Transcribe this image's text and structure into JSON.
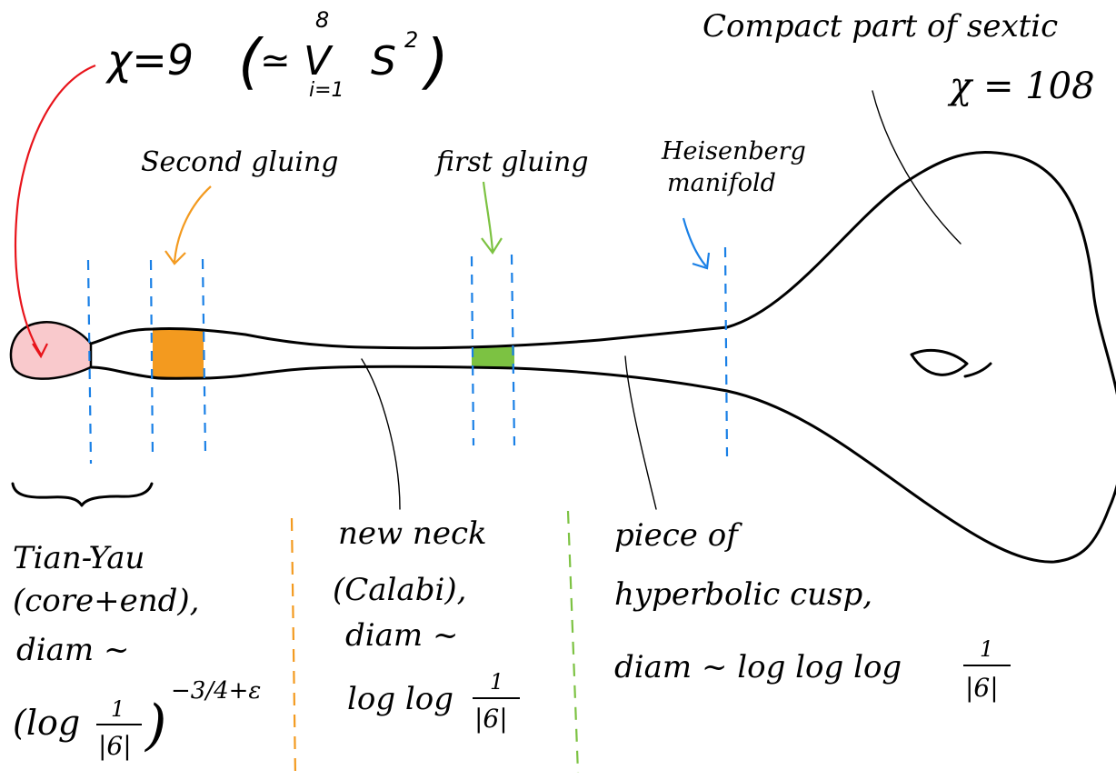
{
  "colors": {
    "red": "#e8141b",
    "orange": "#f39a1f",
    "green": "#7cc242",
    "blue": "#1a80e6",
    "pink": "#f9c9cc",
    "ink": "#000000"
  },
  "top_left": {
    "chi_label": "χ=9",
    "open_paren": "(",
    "approx": "≃",
    "wedge": "V",
    "wedge_upper": "8",
    "wedge_lower": "i=1",
    "sphere": "S",
    "sphere_exp": "2",
    "close_paren": ")"
  },
  "top_right": {
    "title": "Compact part of sextic",
    "chi": "χ = 108"
  },
  "labels": {
    "second_gluing": "Second gluing",
    "first_gluing": "first gluing",
    "heisenberg_line1": "Heisenberg",
    "heisenberg_line2": "manifold"
  },
  "regions": {
    "tian_yau": {
      "line1": "Tian-Yau",
      "line2": "(core+end),",
      "line3": "diam ~",
      "log_open": "(log",
      "frac_num": "1",
      "frac_den": "|6|",
      "log_close": ")",
      "exponent": "−3/4+ε"
    },
    "neck": {
      "line1": "new neck",
      "line2": "(Calabi),",
      "line3": "diam ~",
      "line4": "log log",
      "frac_num": "1",
      "frac_den": "|6|"
    },
    "cusp": {
      "line1": "piece of",
      "line2": "hyperbolic cusp,",
      "line3": "diam ~ log log log",
      "frac_num": "1",
      "frac_den": "|6|"
    }
  }
}
